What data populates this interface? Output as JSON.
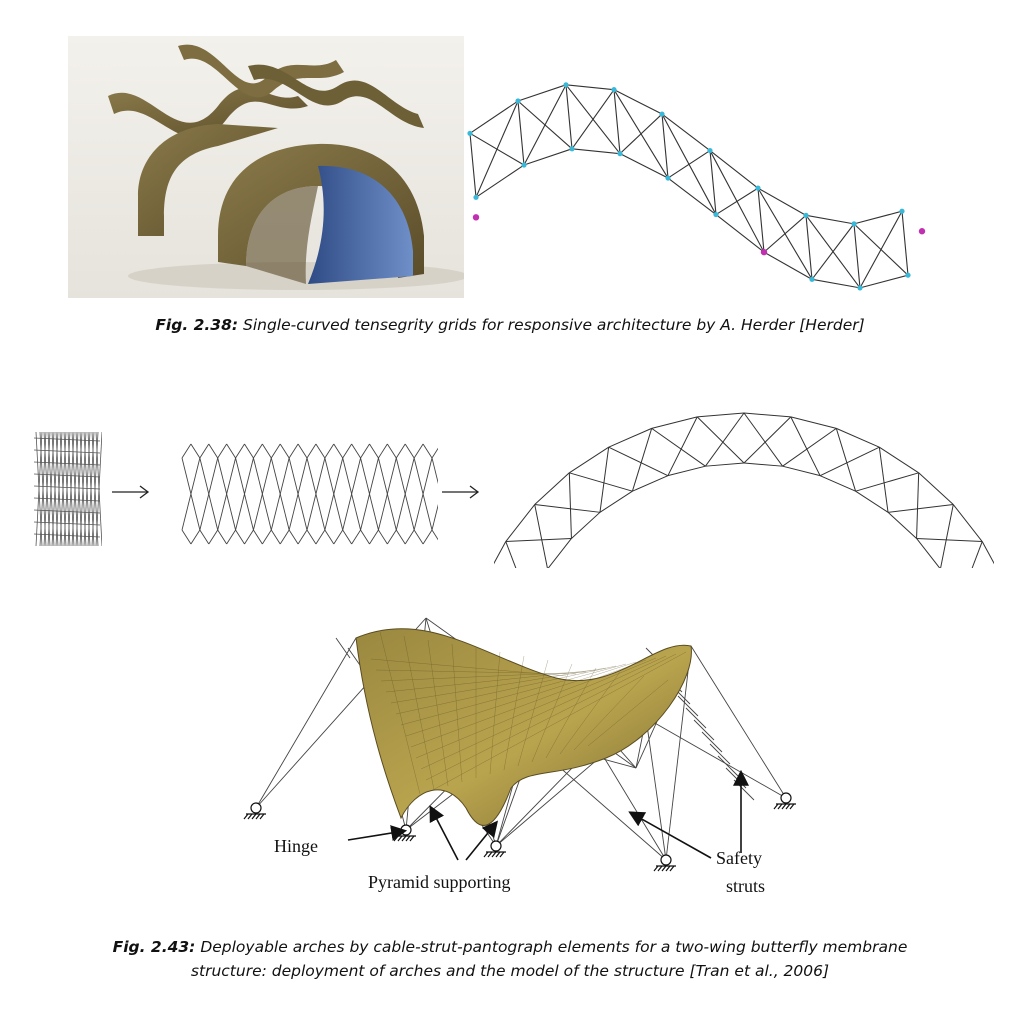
{
  "figure_238": {
    "number": "Fig. 2.38:",
    "caption": "Single-curved tensegrity grids for responsive architecture by A. Herder [Herder]"
  },
  "figure_243": {
    "number": "Fig. 2.43:",
    "caption_line1": "Deployable arches by cable-strut-pantograph elements for a two-wing butterfly membrane",
    "caption_line2": "structure: deployment of arches and the model of the structure [Tran et al., 2006]",
    "labels": {
      "hinge": "Hinge",
      "pyramid": "Pyramid supporting",
      "safety_1": "Safety",
      "safety_2": "struts"
    }
  },
  "colors": {
    "membrane": "#8a7a3a",
    "rendered_shell": "#6e5e38",
    "glass": "#3f5f9a",
    "node": "#39b8d8",
    "support": "#c030b0"
  }
}
